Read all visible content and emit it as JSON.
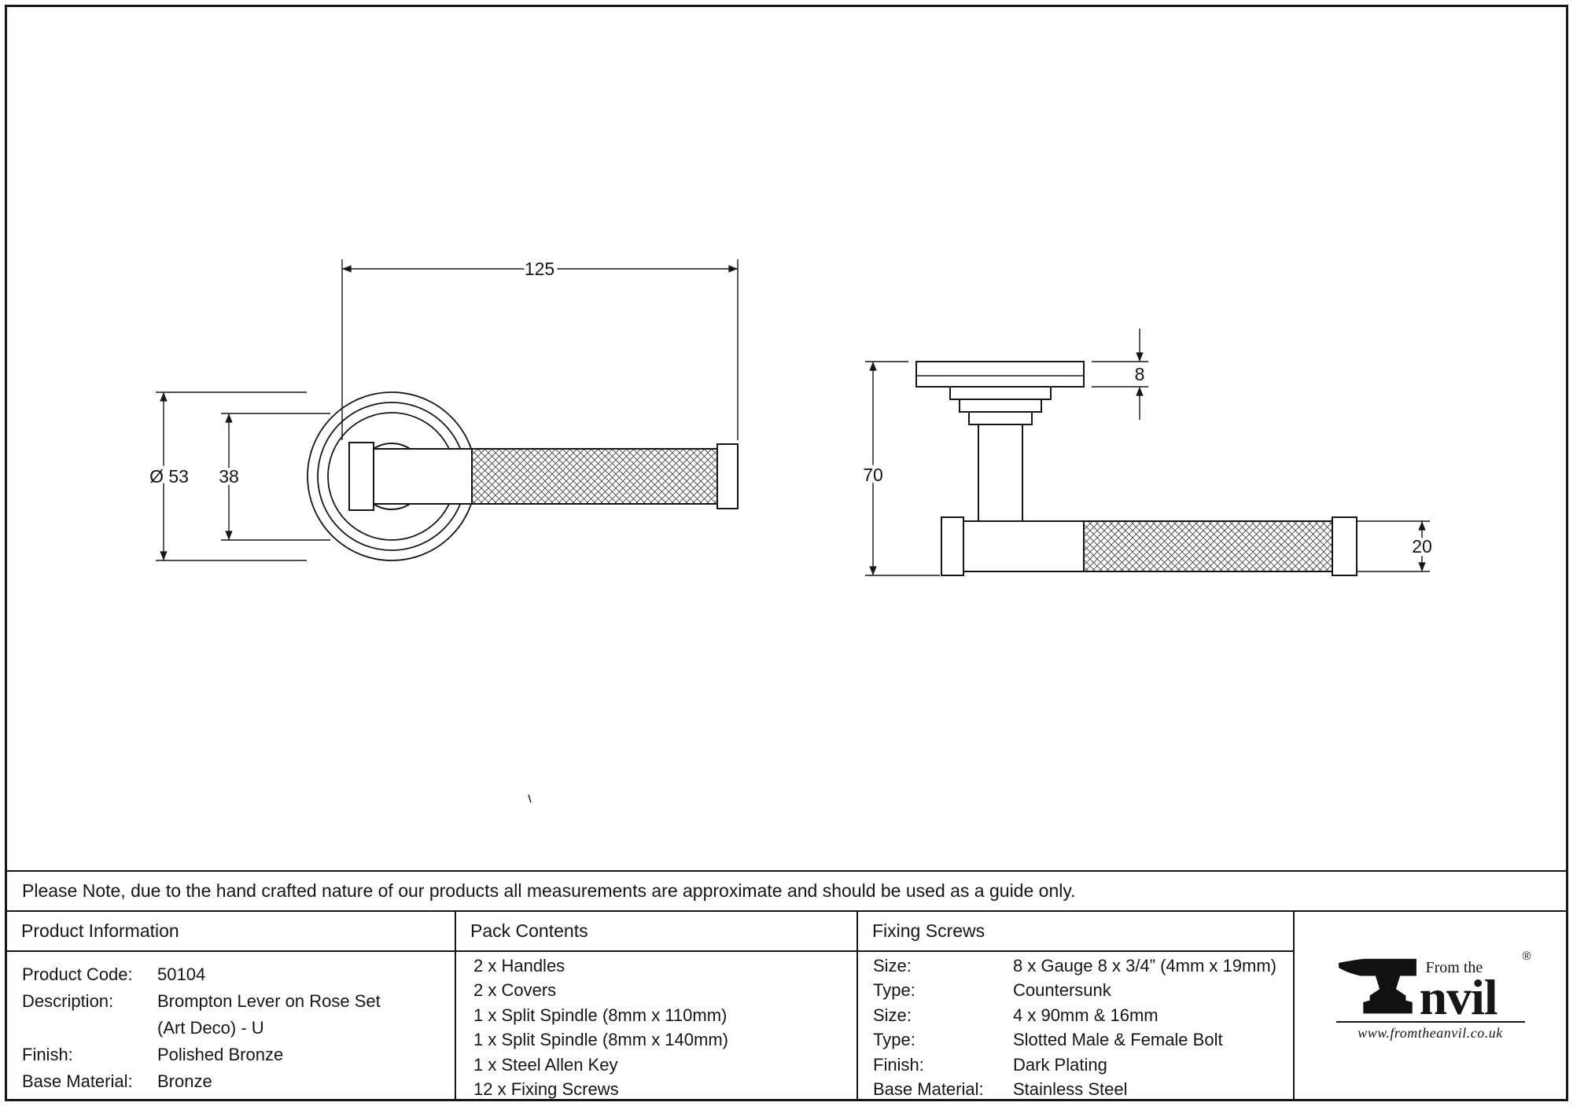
{
  "note": "Please Note, due to the hand crafted nature of our products all measurements are approximate and should be used as a guide only.",
  "drawing": {
    "front_view": {
      "dim_length": "125",
      "dim_rose_diameter": "Ø 53",
      "dim_rose_inner": "38"
    },
    "side_view": {
      "dim_projection": "70",
      "dim_rose_thickness": "8",
      "dim_bar_diameter": "20"
    }
  },
  "product_information": {
    "title": "Product Information",
    "rows": [
      {
        "label": "Product Code:",
        "value": "50104"
      },
      {
        "label": "Description:",
        "value": "Brompton Lever on Rose Set"
      },
      {
        "label": "",
        "value": "(Art Deco) - U"
      },
      {
        "label": "Finish:",
        "value": "Polished Bronze"
      },
      {
        "label": "Base Material:",
        "value": "Bronze"
      }
    ]
  },
  "pack_contents": {
    "title": "Pack Contents",
    "items": [
      "2 x Handles",
      "2 x Covers",
      "1 x Split Spindle (8mm x 110mm)",
      "1 x Split Spindle (8mm x 140mm)",
      "1 x Steel Allen Key",
      "12 x Fixing Screws"
    ]
  },
  "fixing_screws": {
    "title": "Fixing Screws",
    "rows": [
      {
        "label": "Size:",
        "value": "8 x Gauge 8 x 3/4” (4mm x 19mm)"
      },
      {
        "label": "Type:",
        "value": "Countersunk"
      },
      {
        "label": "Size:",
        "value": "4 x 90mm & 16mm"
      },
      {
        "label": "Type:",
        "value": "Slotted Male & Female Bolt"
      },
      {
        "label": "Finish:",
        "value": "Dark Plating"
      },
      {
        "label": "Base Material:",
        "value": "Stainless Steel"
      }
    ]
  },
  "brand": {
    "prefix": "From the",
    "name_rest": "nvil",
    "registered": "®",
    "website": "www.fromtheanvil.co.uk"
  }
}
